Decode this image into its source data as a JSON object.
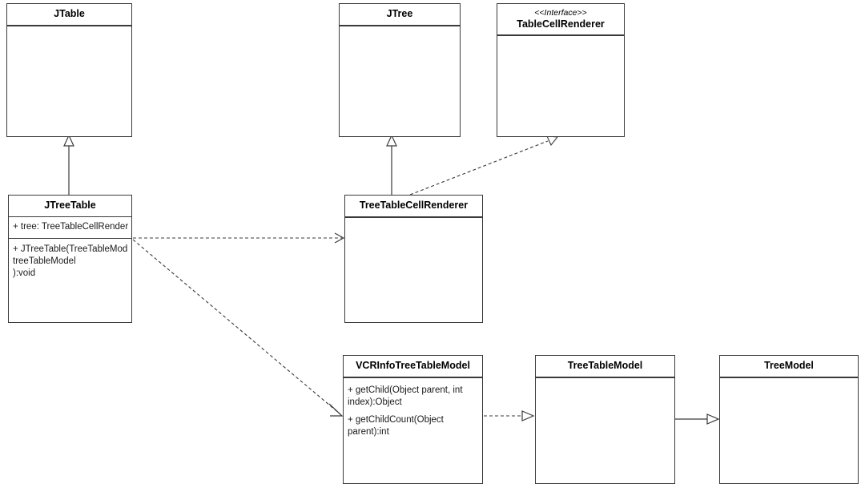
{
  "diagram": {
    "title": "JTreeTable UML class diagram",
    "line_color": "#3a3a3a",
    "text_color": "#000000",
    "background": "#ffffff"
  },
  "classes": [
    {
      "id": "jtable",
      "name": "JTable",
      "stereotype": "",
      "attributes": [],
      "operations": []
    },
    {
      "id": "jtree",
      "name": "JTree",
      "stereotype": "",
      "attributes": [],
      "operations": []
    },
    {
      "id": "tablecellrenderer",
      "name": "TableCellRenderer",
      "stereotype": "<<Interface>>",
      "attributes": [],
      "operations": []
    },
    {
      "id": "jtreetable",
      "name": "JTreeTable",
      "stereotype": "",
      "attributes": [
        "+ tree: TreeTableCellRender"
      ],
      "operations": [
        "+ JTreeTable(TreeTableMod\ntreeTableModel\n):void"
      ]
    },
    {
      "id": "treetablecellrenderer",
      "name": "TreeTableCellRenderer",
      "stereotype": "",
      "attributes": [],
      "operations": []
    },
    {
      "id": "vcrinfotreetablemodel",
      "name": "VCRInfoTreeTableModel",
      "stereotype": "",
      "attributes": [],
      "operations": [
        "+ getChild(Object parent, int\nindex):Object",
        "+ getChildCount(Object\nparent):int"
      ]
    },
    {
      "id": "treetablemodel",
      "name": "TreeTableModel",
      "stereotype": "",
      "attributes": [],
      "operations": []
    },
    {
      "id": "treemodel",
      "name": "TreeModel",
      "stereotype": "",
      "attributes": [],
      "operations": []
    }
  ],
  "relations": [
    {
      "id": "rel-jtreetable-jtable",
      "kind": "generalization",
      "style": "solid",
      "arrowhead": "hollow-triangle",
      "from": "jtreetable",
      "to": "jtable"
    },
    {
      "id": "rel-treetablecellrenderer-jtree",
      "kind": "generalization",
      "style": "solid",
      "arrowhead": "hollow-triangle",
      "from": "treetablecellrenderer",
      "to": "jtree"
    },
    {
      "id": "rel-treetablecellrenderer-tablecellrenderer",
      "kind": "realization",
      "style": "dashed",
      "arrowhead": "hollow-triangle",
      "from": "treetablecellrenderer",
      "to": "tablecellrenderer"
    },
    {
      "id": "rel-jtreetable-treetablecellrenderer",
      "kind": "dependency",
      "style": "dashed",
      "arrowhead": "open-arrow",
      "from": "jtreetable",
      "to": "treetablecellrenderer"
    },
    {
      "id": "rel-jtreetable-vcrinfotreetablemodel",
      "kind": "dependency",
      "style": "dashed",
      "arrowhead": "open-arrow",
      "from": "jtreetable",
      "to": "vcrinfotreetablemodel"
    },
    {
      "id": "rel-vcrinfotreetablemodel-treetablemodel",
      "kind": "realization",
      "style": "dashed",
      "arrowhead": "hollow-triangle",
      "from": "vcrinfotreetablemodel",
      "to": "treetablemodel"
    },
    {
      "id": "rel-treetablemodel-treemodel",
      "kind": "generalization",
      "style": "solid",
      "arrowhead": "hollow-triangle",
      "from": "treetablemodel",
      "to": "treemodel"
    }
  ]
}
